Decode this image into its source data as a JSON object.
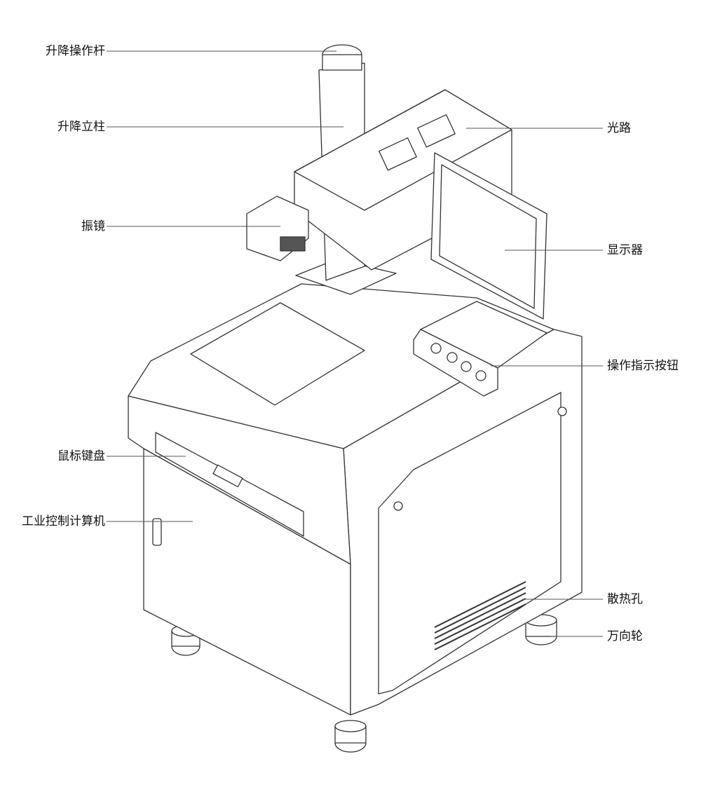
{
  "labels": {
    "lift_handle": "升降操作杆",
    "lift_column": "升降立柱",
    "galvo": "振镜",
    "keyboard_mouse": "鼠标键盘",
    "industrial_pc": "工业控制计算机",
    "optical_path": "光路",
    "monitor": "显示器",
    "control_buttons": "操作指示按钮",
    "vents": "散热孔",
    "casters": "万向轮"
  },
  "colors": {
    "line": "#333333",
    "leader": "#555555"
  }
}
